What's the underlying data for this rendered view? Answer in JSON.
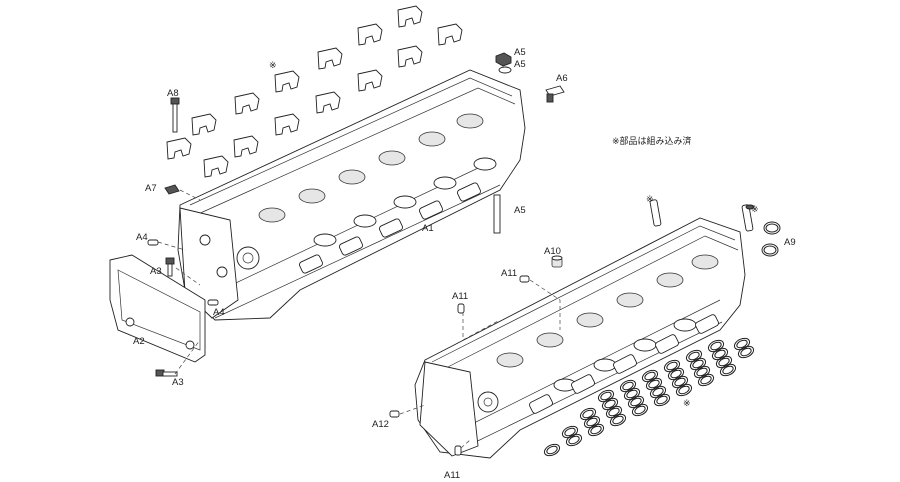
{
  "note": "※部品は組み込み済",
  "labels": {
    "A1": "A1",
    "A2": "A2",
    "A3a": "A3",
    "A3b": "A3",
    "A4a": "A4",
    "A4b": "A4",
    "A5a": "A5",
    "A5b": "A5",
    "A5c": "A5",
    "A6": "A6",
    "A7": "A7",
    "A8": "A8",
    "A9": "A9",
    "A10": "A10",
    "A11a": "A11",
    "A11b": "A11",
    "A11c": "A11",
    "A12": "A12"
  },
  "marks": {
    "m1": "※",
    "m2": "※",
    "m3": "※",
    "m4": "※"
  }
}
